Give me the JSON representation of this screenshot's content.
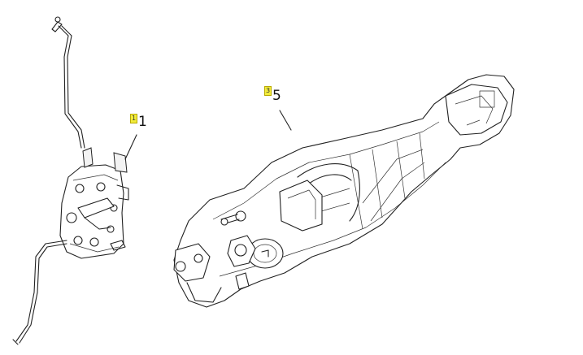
{
  "callouts": [
    {
      "id": "part-1",
      "hotspot": "1",
      "label": "1"
    },
    {
      "id": "part-5",
      "hotspot": "3",
      "label": "5"
    }
  ],
  "colors": {
    "hotspot": "#f2ec3a",
    "line": "#222222",
    "background": "#ffffff"
  }
}
